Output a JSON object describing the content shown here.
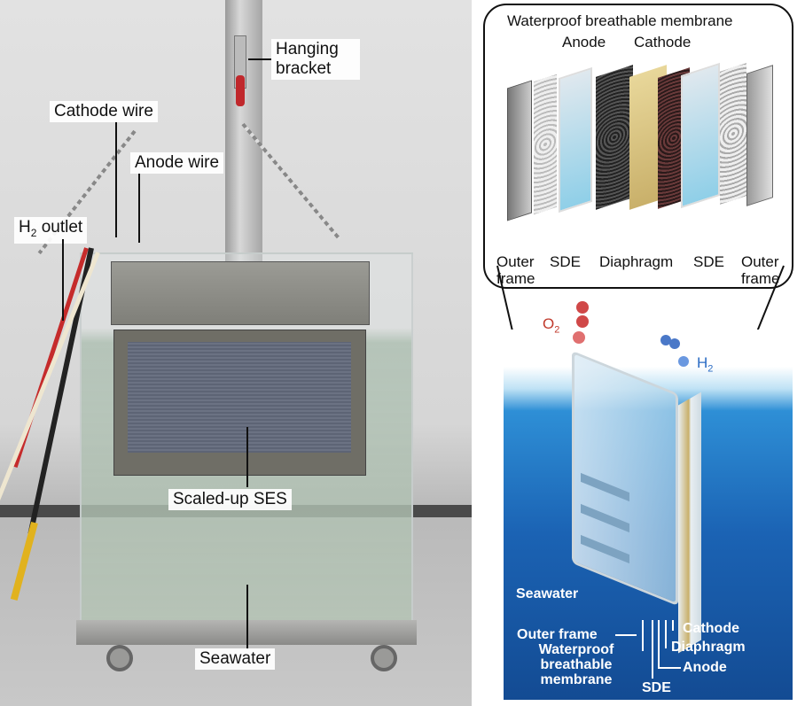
{
  "photo": {
    "labels": {
      "hanging_bracket": "Hanging bracket",
      "cathode_wire": "Cathode wire",
      "anode_wire": "Anode wire",
      "h2_outlet_main": "H",
      "h2_outlet_sub": "2",
      "h2_outlet_rest": " outlet",
      "scaled_up_ses": "Scaled-up SES",
      "seawater": "Seawater"
    }
  },
  "exploded_view": {
    "top_labels": {
      "membrane": "Waterproof breathable membrane",
      "anode": "Anode",
      "cathode": "Cathode"
    },
    "bottom_labels": {
      "outer_frame_left": "Outer frame",
      "sde_left": "SDE",
      "diaphragm": "Diaphragm",
      "sde_right": "SDE",
      "outer_frame_right": "Outer frame"
    }
  },
  "schematic": {
    "o2_main": "O",
    "o2_sub": "2",
    "h2_main": "H",
    "h2_sub": "2",
    "seawater": "Seawater",
    "labels": {
      "outer_frame": "Outer frame",
      "membrane": "Waterproof breathable membrane",
      "sde": "SDE",
      "cathode": "Cathode",
      "diaphragm": "Diaphragm",
      "anode": "Anode"
    }
  }
}
